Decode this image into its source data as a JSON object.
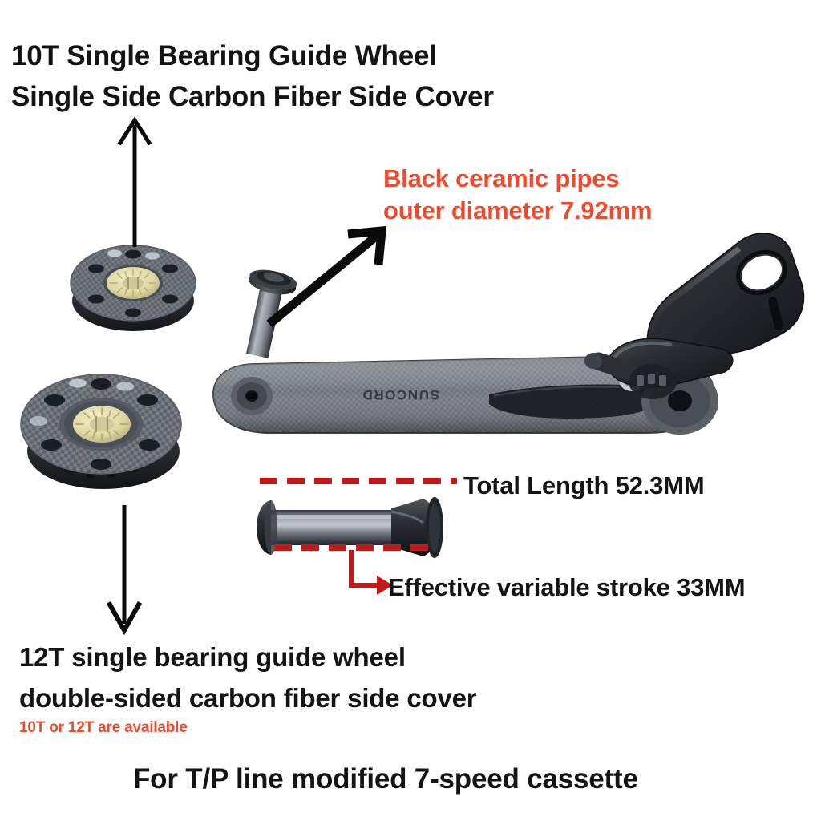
{
  "document": {
    "kind": "product-infographic",
    "subject": "Carbon fiber bicycle rear derailleur cage with ceramic pulley wheels",
    "background_color": "#FFFFFF"
  },
  "palette": {
    "text_black": "#141414",
    "accent_orange_red": "#F04A2E",
    "dimension_dark_red": "#C2191A",
    "carbon_gray": "#6E737A",
    "carbon_dark": "#3A3E44",
    "anodized_black": "#25272B",
    "ceramic_beige": "#E6E0B0",
    "steel_silver": "#B9BDC2"
  },
  "headings": {
    "title_line_1": "10T Single Bearing Guide Wheel",
    "title_line_2": "Single Side Carbon Fiber Side Cover",
    "sub_line_1": "12T single bearing guide wheel",
    "sub_line_2": "double-sided carbon fiber side cover",
    "availability_note": "10T or 12T are available",
    "footer_note": "For T/P line modified 7-speed cassette"
  },
  "annotations": {
    "ceramic_pipe_line_1": "Black ceramic pipes",
    "ceramic_pipe_line_2": "outer diameter 7.92mm",
    "total_length": "Total Length 52.3MM",
    "effective_stroke": "Effective variable stroke 33MM"
  },
  "specs": {
    "ceramic_pipe_outer_diameter_mm": 7.92,
    "total_length_mm": 52.3,
    "effective_variable_stroke_mm": 33,
    "pulley_tooth_options": [
      "10T",
      "12T"
    ],
    "cassette_compatibility": "7-speed",
    "line_type": "T/P line"
  },
  "branding": {
    "cage_logo_text": "SUNCORD"
  },
  "parts": [
    {
      "name": "10T pulley wheel",
      "side_cover": "single side carbon fiber",
      "bearing": "single bearing"
    },
    {
      "name": "12T pulley wheel",
      "side_cover": "double-sided carbon fiber",
      "bearing": "single bearing"
    },
    {
      "name": "Black ceramic pipe standoff",
      "outer_diameter_mm": 7.92
    },
    {
      "name": "Carbon fiber derailleur cage",
      "logo": "SUNCORD"
    },
    {
      "name": "Aluminum hanger bracket",
      "finish": "anodized black"
    }
  ]
}
